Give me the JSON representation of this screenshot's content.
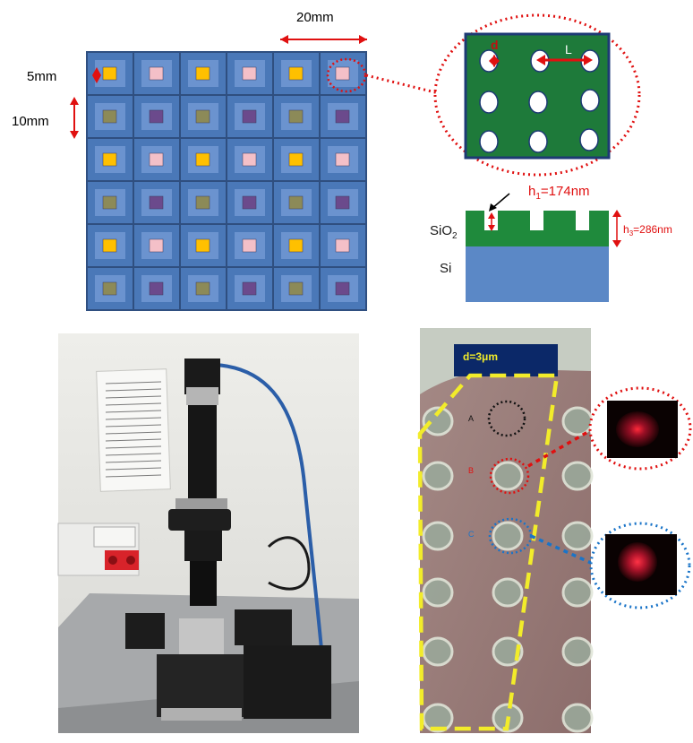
{
  "grid": {
    "rows": [
      [
        "yellow",
        "pink",
        "yellow",
        "pink",
        "yellow",
        "pink"
      ],
      [
        "olive",
        "purple",
        "olive",
        "purple",
        "olive",
        "purple"
      ],
      [
        "yellow",
        "pink",
        "yellow",
        "pink",
        "yellow",
        "pink"
      ],
      [
        "olive",
        "purple",
        "olive",
        "purple",
        "olive",
        "purple"
      ],
      [
        "yellow",
        "pink",
        "yellow",
        "pink",
        "yellow",
        "pink"
      ],
      [
        "olive",
        "purple",
        "olive",
        "purple",
        "olive",
        "purple"
      ]
    ],
    "colors": {
      "tile": "#4a78b8",
      "tile_inner": "#6b93cf",
      "border": "#2f4f80",
      "yellow": "#ffc000",
      "pink": "#f4c0c8",
      "olive": "#8c8a58",
      "purple": "#6b4a8c"
    }
  },
  "labels": {
    "dim_20mm": "20mm",
    "dim_5mm": "5mm",
    "dim_10mm": "10mm",
    "zoom_d": "d",
    "zoom_L": "L",
    "h1": "h",
    "h1_sub": "1",
    "h1_val": "=174nm",
    "h3": "h",
    "h3_sub": "3",
    "h3_val": "=286nm",
    "sio2": "SiO",
    "sio2_sub": "2",
    "si": "Si",
    "micro_d": "d=3μm",
    "pt_a": "A",
    "pt_b": "B",
    "pt_c": "C"
  },
  "colors": {
    "red_dotted": "#e01010",
    "green": "#1e7a3a",
    "si_blue": "#5b88c6",
    "yellow_dash": "#f2ec2a",
    "navy": "#0b2868",
    "blue_dotted": "#1a74c8"
  },
  "icons": {
    "setup_photo": "microscope-setup-photo"
  }
}
